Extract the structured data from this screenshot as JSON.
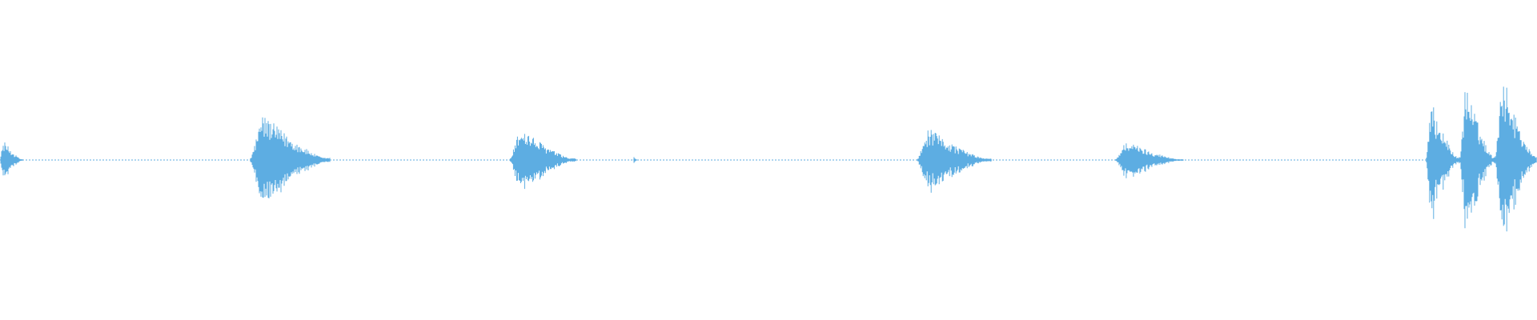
{
  "waveform": {
    "color": "#5dade2",
    "background": "#ffffff",
    "baseline": "center",
    "segments": [
      {
        "name": "clip-1",
        "start": 0.0,
        "end": 0.015,
        "peak": 0.13
      },
      {
        "name": "clip-2",
        "start": 0.163,
        "end": 0.215,
        "peak": 0.31
      },
      {
        "name": "clip-3",
        "start": 0.332,
        "end": 0.375,
        "peak": 0.22
      },
      {
        "name": "clip-4",
        "start": 0.412,
        "end": 0.415,
        "peak": 0.02
      },
      {
        "name": "clip-5",
        "start": 0.597,
        "end": 0.645,
        "peak": 0.21
      },
      {
        "name": "clip-6",
        "start": 0.726,
        "end": 0.77,
        "peak": 0.13
      },
      {
        "name": "clip-7a",
        "start": 0.928,
        "end": 0.95,
        "peak": 0.39
      },
      {
        "name": "clip-7b",
        "start": 0.95,
        "end": 0.973,
        "peak": 0.52
      },
      {
        "name": "clip-7c",
        "start": 0.973,
        "end": 1.0,
        "peak": 0.6
      }
    ]
  }
}
